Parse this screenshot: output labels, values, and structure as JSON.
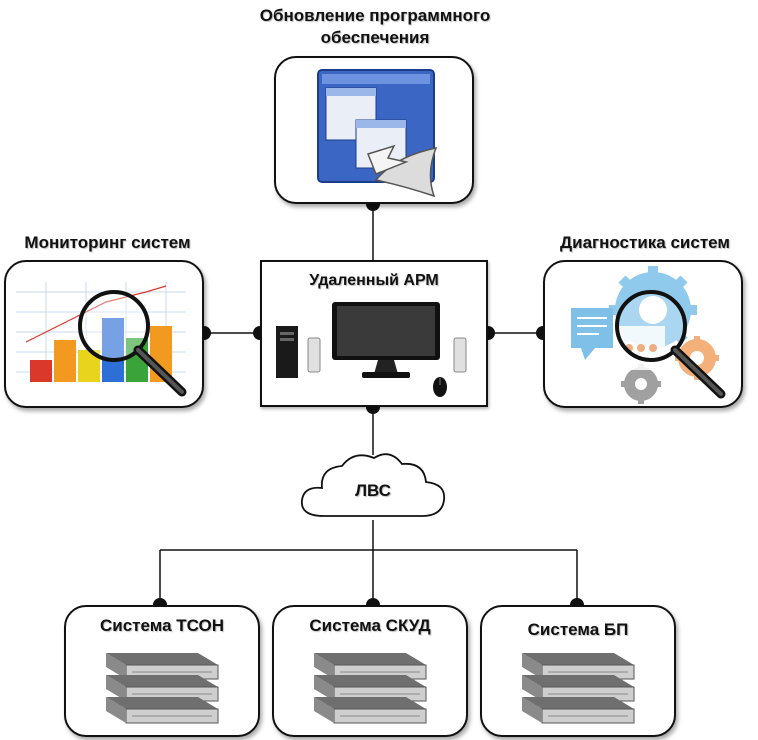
{
  "nodes": {
    "update": {
      "label": "Обновление программного обеспечения"
    },
    "arm": {
      "label": "Удаленный АРМ"
    },
    "monitoring": {
      "label": "Мониторинг систем"
    },
    "diagnostics": {
      "label": "Диагностика систем"
    },
    "lan": {
      "label": "ЛВС"
    },
    "tson": {
      "label": "Система ТСОН"
    },
    "skud": {
      "label": "Система СКУД"
    },
    "bp": {
      "label": "Система БП"
    }
  },
  "colors": {
    "line": "#111111",
    "window_blue": "#3b66c4",
    "bar_red": "#d9382a",
    "bar_orange": "#f29a1f",
    "bar_yellow": "#e8d41c",
    "bar_blue": "#2d6fd6",
    "bar_green": "#3aa33a",
    "gear_blue": "#8fc9ec",
    "gear_orange": "#f4b07a",
    "gear_gray": "#a0a0a0"
  },
  "icons": {
    "update": "software-update-icon",
    "monitoring": "chart-magnifier-icon",
    "diagnostics": "gears-magnifier-icon",
    "arm": "workstation-icon",
    "lan": "cloud-icon",
    "server": "server-rack-icon"
  }
}
